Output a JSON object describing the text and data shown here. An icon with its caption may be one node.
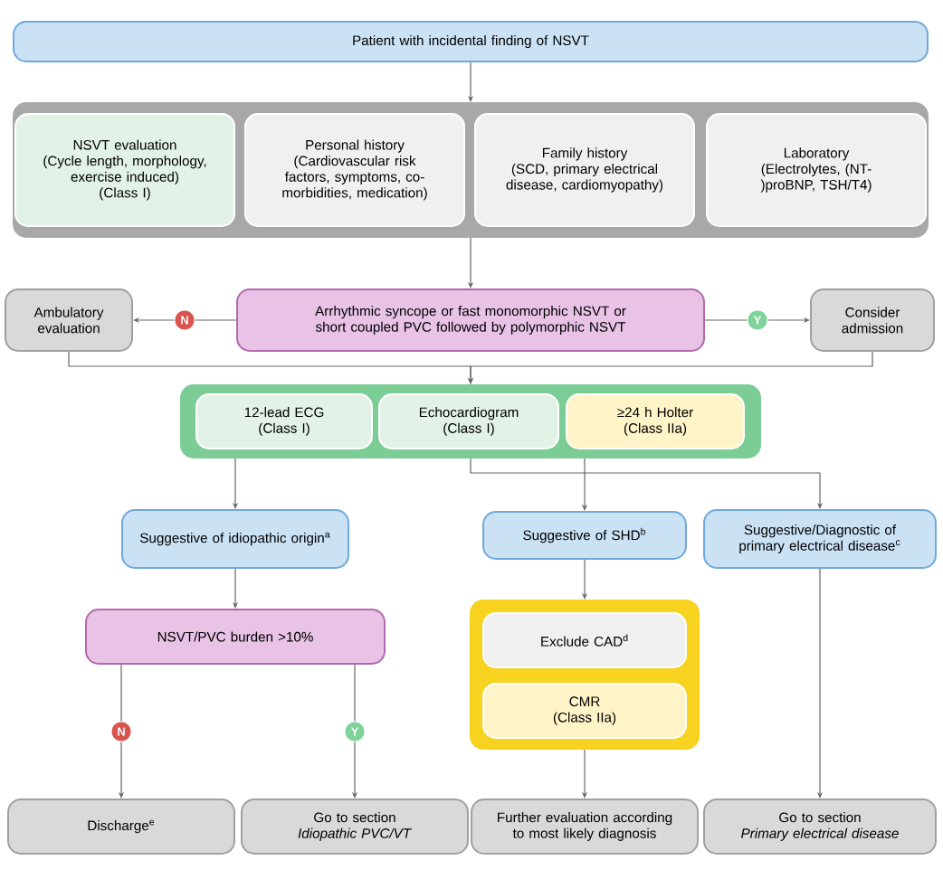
{
  "diagram": {
    "nodes": [
      {
        "text": [
          "Patient with incidental finding of NSVT"
        ]
      },
      {
        "text": [],
        "shape": "box"
      },
      {
        "text": [
          "NSVT evaluation",
          "(Cycle length, morphology, exercise induced)",
          "(Class I)"
        ],
        "in": 1
      },
      {
        "text": [
          "Personal history",
          "(Cardiovascular risk factors, symptoms, co-morbidities, medication)"
        ],
        "in": 1
      },
      {
        "text": [
          "Family history",
          "(SCD, primary electrical disease, cardiomyopathy)"
        ],
        "in": 1
      },
      {
        "text": [
          "Laboratory",
          "(Electrolytes, (NT-)proBNP, TSH/T4)"
        ],
        "in": 1
      },
      {
        "text": [
          "Ambulatory evaluation"
        ]
      },
      {
        "text": [
          "Arrhythmic syncope or fast monomorphic NSVT or short coupled PVC followed by polymorphic NSVT"
        ]
      },
      {
        "text": [
          "Consider admission"
        ]
      },
      {
        "text": [],
        "shape": "box"
      },
      {
        "text": [
          "12-lead ECG",
          "(Class I)"
        ],
        "in": 9
      },
      {
        "text": [
          "Echocardiogram",
          "(Class I)"
        ],
        "in": 9
      },
      {
        "text": [
          "≥24 h Holter",
          "(Class IIa)"
        ],
        "in": 9
      },
      {
        "text": [
          "Suggestive of idiopathic origin$^{a}$"
        ]
      },
      {
        "text": [
          "Suggestive of SHD$^{b}$"
        ]
      },
      {
        "text": [
          "Suggestive/Diagnostic of primary electrical disease$^{c}$"
        ]
      },
      {
        "text": [
          "NSVT/PVC burden >10%"
        ]
      },
      {
        "text": [],
        "shape": "box"
      },
      {
        "text": [
          "Exclude CAD$^{d}$"
        ],
        "in": 17
      },
      {
        "text": [
          "CMR",
          "(Class IIa)"
        ],
        "in": 17
      },
      {
        "text": [
          "Discharge$^{e}$"
        ]
      },
      {
        "text": [
          "Go to section",
          "*Idiopathic PVC/VT*"
        ]
      },
      {
        "text": [
          "Further evaluation according to most likely diagnosis"
        ]
      },
      {
        "text": [
          "Go to section",
          "*Primary electrical disease*"
        ]
      }
    ],
    "edges": [
      {
        "from": 0,
        "to": 1,
        "arrow": "to"
      },
      {
        "from": 1,
        "to": 7,
        "arrow": "to"
      },
      {
        "from": 7,
        "to": 6,
        "arrow": "to",
        "label": "N"
      },
      {
        "from": 7,
        "to": 8,
        "arrow": "to",
        "label": "Y"
      },
      {
        "from": 6,
        "to": 9,
        "arrow": "to"
      },
      {
        "from": 8,
        "to": 9,
        "arrow": "to"
      },
      {
        "from": 9,
        "to": 13,
        "arrow": "to"
      },
      {
        "from": 9,
        "to": 14,
        "arrow": "to"
      },
      {
        "from": 9,
        "to": 15,
        "arrow": "to"
      },
      {
        "from": 13,
        "to": 16,
        "arrow": "to"
      },
      {
        "from": 16,
        "to": 20,
        "arrow": "to",
        "label": "N"
      },
      {
        "from": 16,
        "to": 21,
        "arrow": "to",
        "label": "Y"
      },
      {
        "from": 14,
        "to": 17,
        "arrow": "to"
      },
      {
        "from": 17,
        "to": 22,
        "arrow": "to"
      },
      {
        "from": 15,
        "to": 23,
        "arrow": "to"
      }
    ]
  }
}
